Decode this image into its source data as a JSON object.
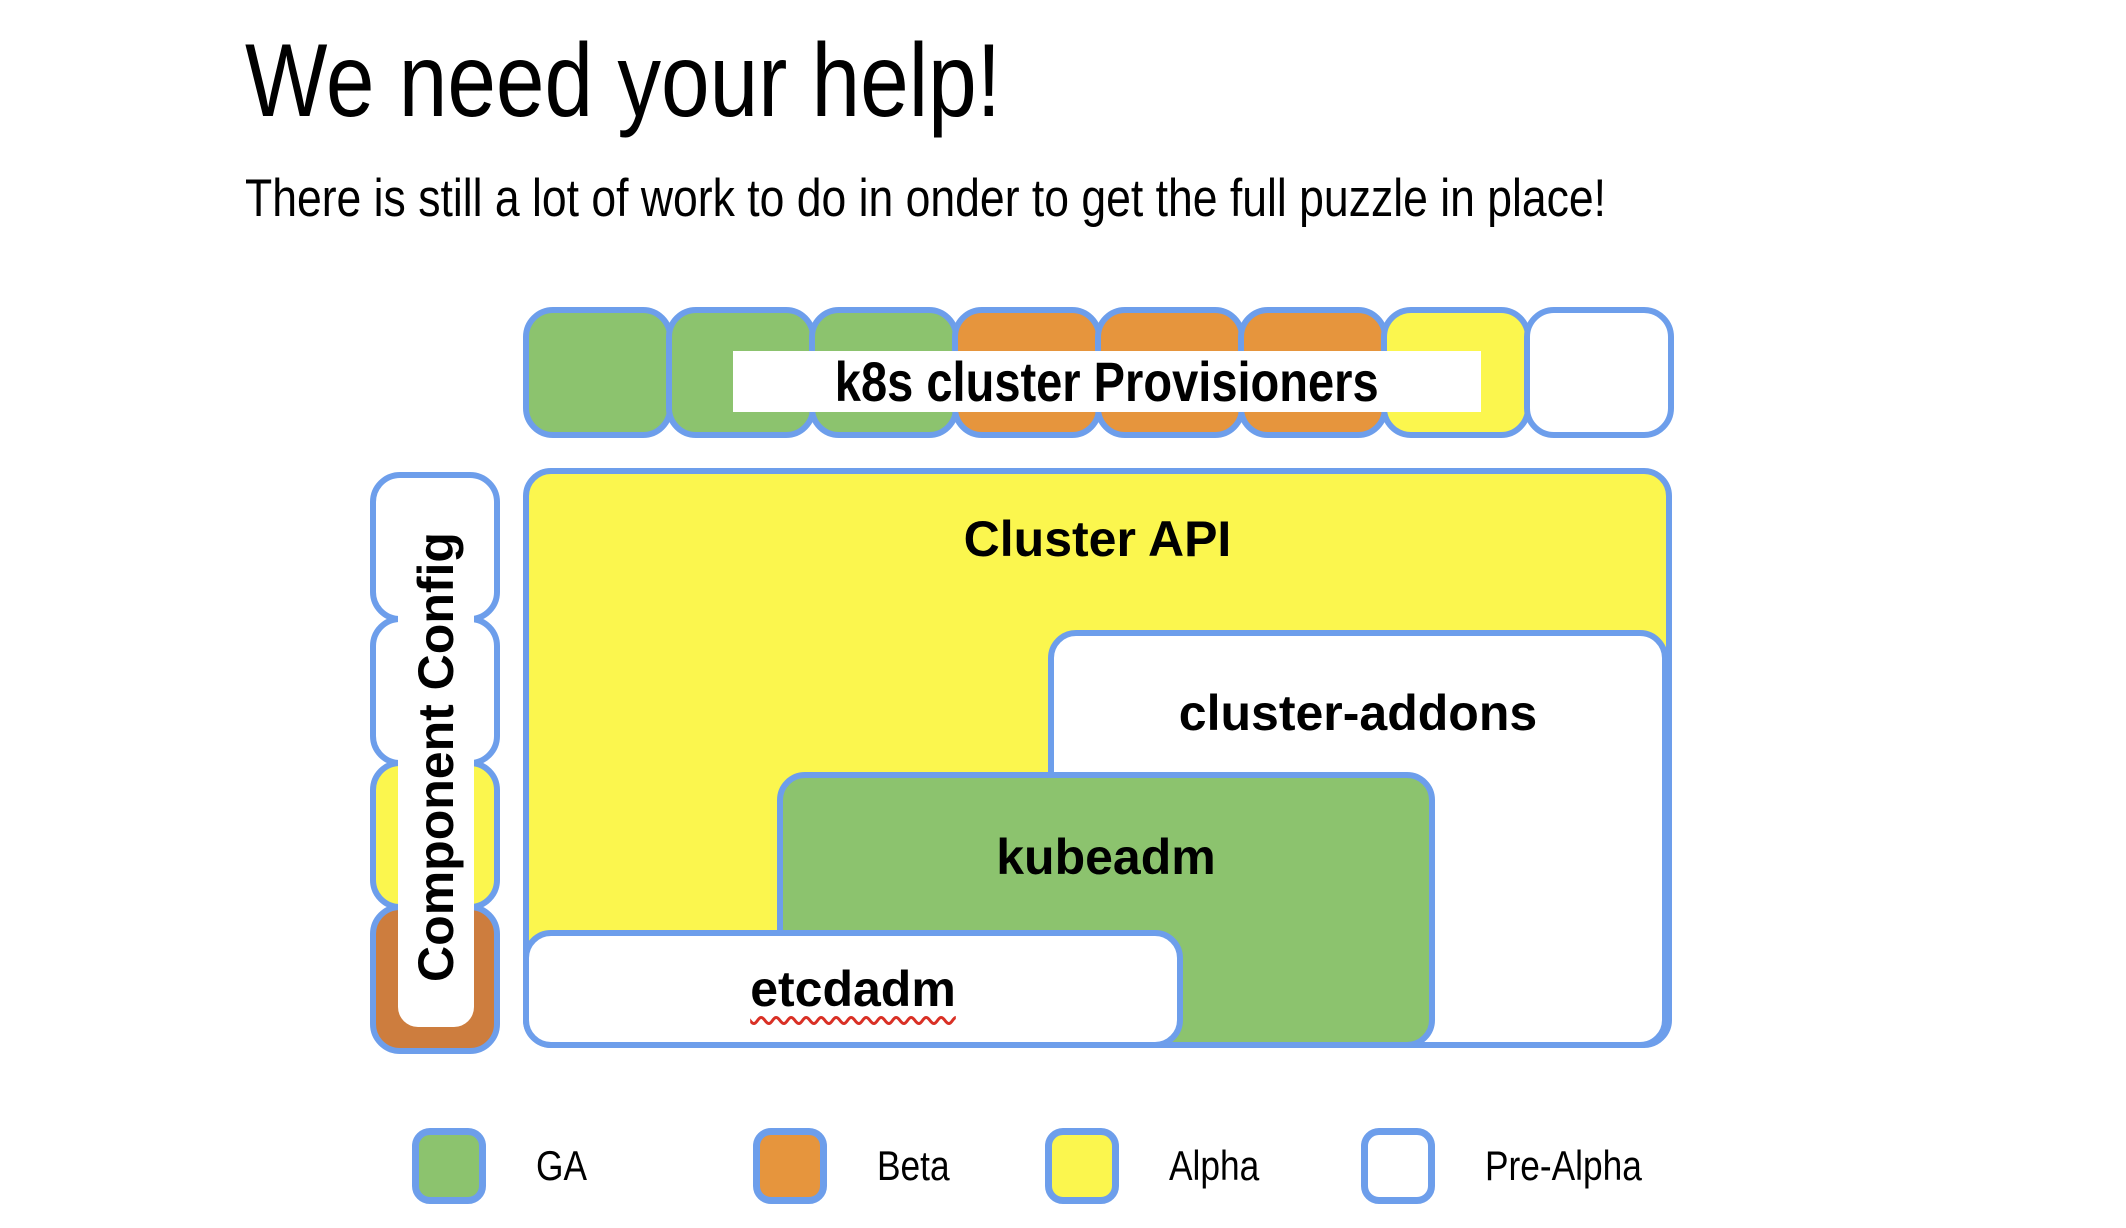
{
  "slide": {
    "title": "We need your help!",
    "subtitle": "There is still a lot of work to do in onder to get the full puzzle in place!"
  },
  "colors": {
    "border_blue": "#6d9eeb",
    "ga_green": "#8cc36e",
    "beta_orange": "#e6953d",
    "alpha_yellow": "#fbf64e",
    "pre_alpha_white": "#ffffff",
    "component_config_orange": "#cd7d3e",
    "squiggle_red": "#d93025"
  },
  "diagram": {
    "provisioners": {
      "label": "k8s cluster Provisioners",
      "squares": [
        "green",
        "green",
        "green",
        "orange",
        "orange",
        "orange",
        "yellow",
        "white"
      ]
    },
    "component_config": {
      "label": "Component Config",
      "squares": [
        "white",
        "white",
        "yellow",
        "orange-dark"
      ]
    },
    "boxes": [
      {
        "id": "cluster-api",
        "label": "Cluster API",
        "status": "Alpha",
        "color": "yellow"
      },
      {
        "id": "cluster-addons",
        "label": "cluster-addons",
        "status": "Pre-Alpha",
        "color": "white"
      },
      {
        "id": "kubeadm",
        "label": "kubeadm",
        "status": "GA",
        "color": "green"
      },
      {
        "id": "etcdadm",
        "label": "etcdadm",
        "status": "Pre-Alpha",
        "color": "white",
        "spellcheck_underline": true
      }
    ],
    "legend": [
      {
        "label": "GA",
        "color": "green"
      },
      {
        "label": "Beta",
        "color": "orange"
      },
      {
        "label": "Alpha",
        "color": "yellow"
      },
      {
        "label": "Pre-Alpha",
        "color": "white"
      }
    ]
  }
}
